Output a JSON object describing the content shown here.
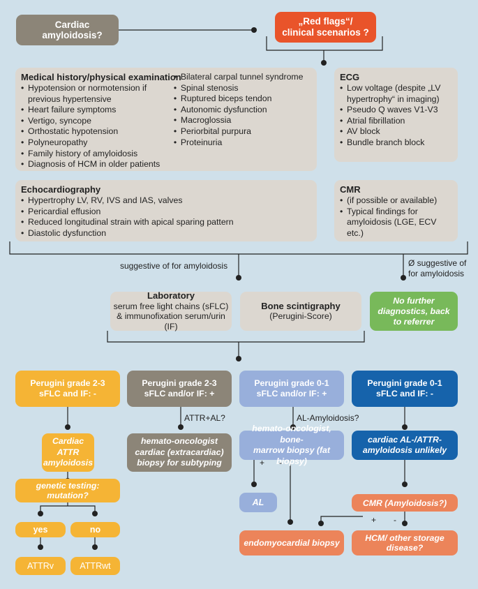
{
  "start": "Cardiac amyloidosis?",
  "red_flags": [
    "„Red flags“/",
    "clinical scenarios ?"
  ],
  "history": {
    "title": "Medical history/physical examination",
    "col1": [
      "Hypotension or normotension if previous hypertensive",
      "Heart failure symptoms",
      "Vertigo, syncope",
      "Orthostatic hypotension",
      "Polyneuropathy",
      "Family history of amyloidosis",
      "Diagnosis of HCM in older patients"
    ],
    "col2": [
      "Bilateral carpal tunnel syndrome",
      "Spinal stenosis",
      "Ruptured biceps tendon",
      "Autonomic dysfunction",
      "Macroglossia",
      "Periorbital purpura",
      "Proteinuria"
    ]
  },
  "ecg": {
    "title": "ECG",
    "items": [
      "Low voltage (despite „LV hypertrophy“ in imaging)",
      "Pseudo Q waves V1-V3",
      "Atrial fibrillation",
      "AV block",
      "Bundle branch block"
    ]
  },
  "echo": {
    "title": "Echocardiography",
    "items": [
      "Hypertrophy LV, RV, IVS and IAS, valves",
      "Pericardial effusion",
      "Reduced longitudinal strain with apical sparing pattern",
      "Diastolic dysfunction"
    ]
  },
  "cmr": {
    "title": "CMR",
    "items": [
      "(if possible or available)",
      "Typical findings for amyloidosis (LGE, ECV etc.)"
    ]
  },
  "suggestive": "suggestive of for amyloidosis",
  "not_suggestive": [
    "Ø suggestive of",
    "for amyloidosis"
  ],
  "laboratory": {
    "title": "Laboratory",
    "lines": [
      "serum free light chains (sFLC)",
      "& immunofixation serum/urin (IF)"
    ]
  },
  "bone": {
    "title": "Bone scintigraphy",
    "sub": "(Perugini-Score)"
  },
  "no_further": [
    "No further",
    "diagnostics, back",
    "to referrer"
  ],
  "grades": [
    [
      "Perugini grade 2-3",
      "sFLC and IF: -"
    ],
    [
      "Perugini grade 2-3",
      "sFLC and/or IF: +"
    ],
    [
      "Perugini grade 0-1",
      "sFLC and/or IF: +"
    ],
    [
      "Perugini grade 0-1",
      "sFLC and IF: -"
    ]
  ],
  "attr_al": "ATTR+AL?",
  "al_amyloidosis": "AL-Amyloidosis?",
  "cardiac_attr": [
    "Cardiac",
    "ATTR",
    "amyloidosis"
  ],
  "hemato_sub": [
    "hemato-oncologist",
    "cardiac (extracardiac)",
    "biopsy for subtyping"
  ],
  "hemato_bone": [
    "hemato-oncologist, bone-",
    "marrow biopsy (fat biopsy)"
  ],
  "cardiac_unlikely": [
    "cardiac AL-/ATTR-",
    "amyloidosis unlikely"
  ],
  "genetic": [
    "genetic testing:",
    "mutation?"
  ],
  "yes": "yes",
  "no": "no",
  "attrv": "ATTRv",
  "attrwt": "ATTRwt",
  "plus": "+",
  "minus": "-",
  "al": "AL",
  "cmr_amyloidosis": "CMR (Amyloidosis?)",
  "endomyocardial": "endomyocardial biopsy",
  "hcm": "HCM/ other storage disease?",
  "colors": {
    "background": "#cfe0ea",
    "gray": "#dcd7d0",
    "dark_gray": "#8c8578",
    "red": "#e9542a",
    "green": "#78b95a",
    "yellow": "#f5b435",
    "light_blue": "#98afdb",
    "dark_blue": "#1663ab",
    "salmon": "#ec845a"
  }
}
